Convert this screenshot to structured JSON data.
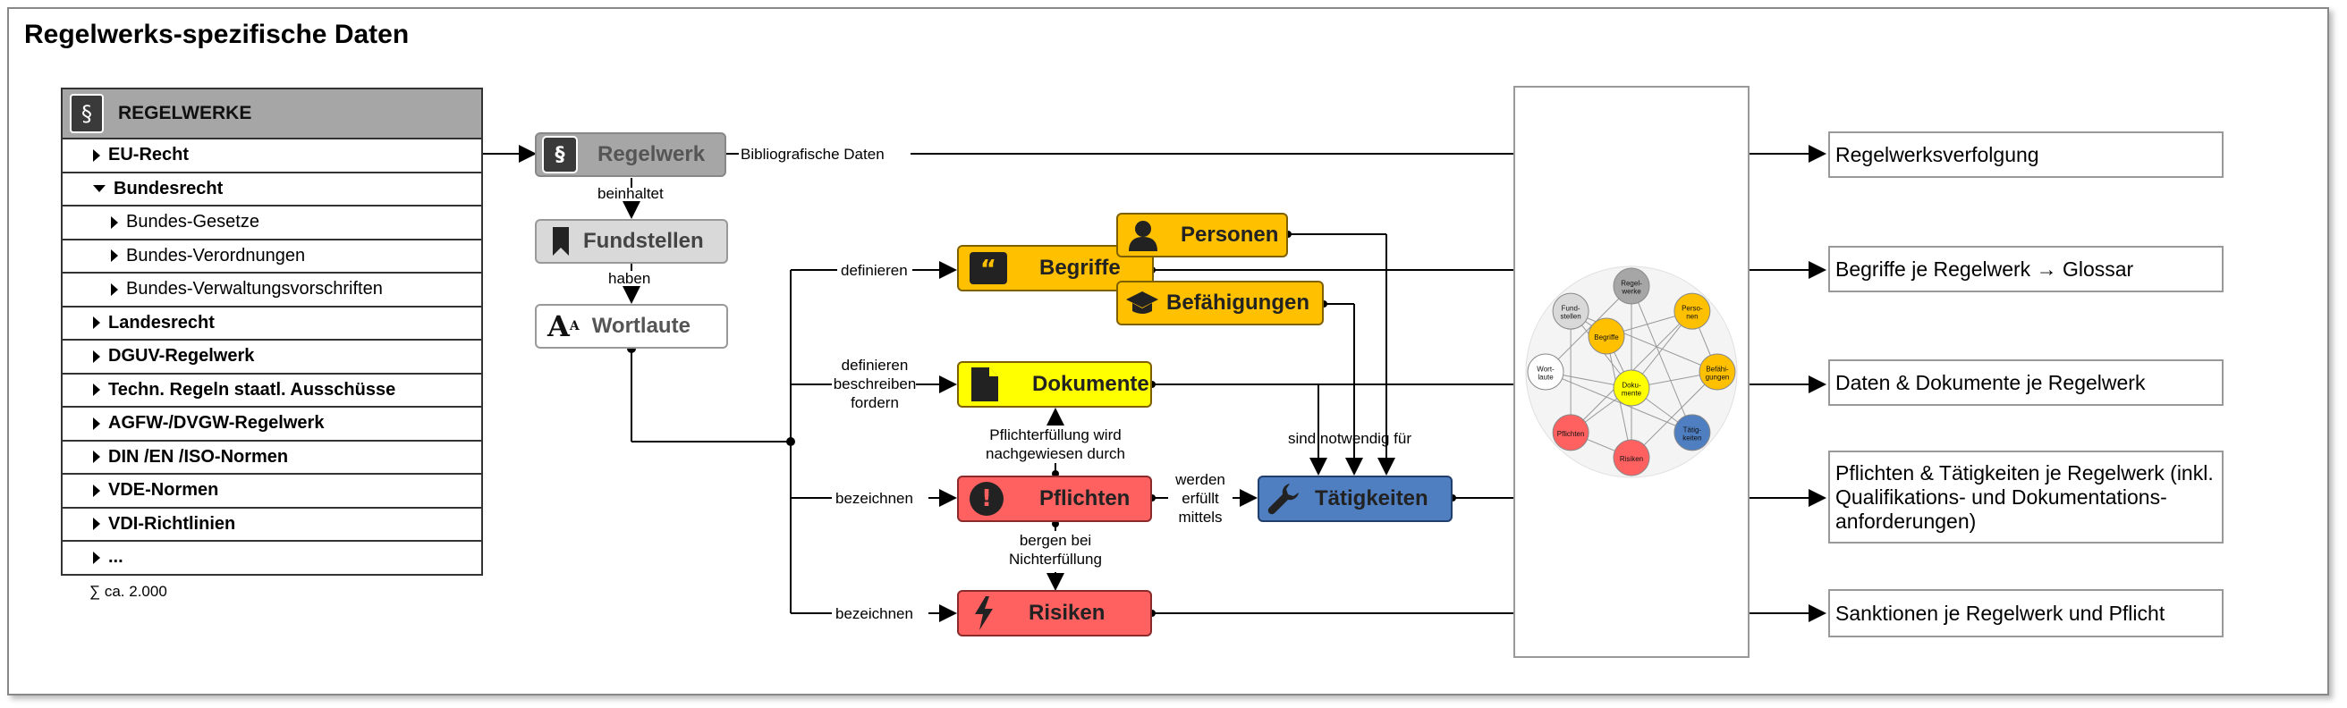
{
  "title": "Regelwerks-spezifische Daten",
  "list": {
    "header": "REGELWERKE",
    "header_icon": "paragraph-icon",
    "items": [
      {
        "label": "EU-Recht",
        "expanded": false,
        "level": 0
      },
      {
        "label": "Bundesrecht",
        "expanded": true,
        "level": 0
      },
      {
        "label": "Bundes-Gesetze",
        "expanded": false,
        "level": 1
      },
      {
        "label": "Bundes-Verordnungen",
        "expanded": false,
        "level": 1
      },
      {
        "label": "Bundes-Verwaltungsvorschriften",
        "expanded": false,
        "level": 1
      },
      {
        "label": "Landesrecht",
        "expanded": false,
        "level": 0
      },
      {
        "label": "DGUV-Regelwerk",
        "expanded": false,
        "level": 0
      },
      {
        "label": "Techn. Regeln staatl. Ausschüsse",
        "expanded": false,
        "level": 0
      },
      {
        "label": "AGFW-/DVGW-Regelwerk",
        "expanded": false,
        "level": 0
      },
      {
        "label": "DIN /EN /ISO-Normen",
        "expanded": false,
        "level": 0
      },
      {
        "label": "VDE-Normen",
        "expanded": false,
        "level": 0
      },
      {
        "label": "VDI-Richtlinien",
        "expanded": false,
        "level": 0
      },
      {
        "label": "...",
        "expanded": false,
        "level": 0
      }
    ],
    "sum": "∑ ca. 2.000"
  },
  "nodes": {
    "regelwerk": "Regelwerk",
    "fundstellen": "Fundstellen",
    "wortlaute": "Wortlaute",
    "begriffe": "Begriffe",
    "personen": "Personen",
    "befaehigungen": "Befähigungen",
    "dokumente": "Dokumente",
    "pflichten": "Pflichten",
    "taetigkeiten": "Tätigkeiten",
    "risiken": "Risiken"
  },
  "labels": {
    "bibliografische": "Bibliografische Daten",
    "beinhaltet": "beinhaltet",
    "haben": "haben",
    "definieren": "definieren",
    "definieren2": "definieren",
    "beschreiben": "beschreiben",
    "fordern": "fordern",
    "bezeichnen1": "bezeichnen",
    "bezeichnen2": "bezeichnen",
    "pflichterfuellung1": "Pflichterfüllung wird",
    "pflichterfuellung2": "nachgewiesen durch",
    "bergen1": "bergen bei",
    "bergen2": "Nichterfüllung",
    "werden": "werden",
    "erfuellt": "erfüllt",
    "mittels": "mittels",
    "notwendig": "sind notwendig für"
  },
  "network": {
    "nodes": [
      {
        "name": "Regel-\nwerke",
        "color": "#a6a6a6"
      },
      {
        "name": "Perso-\nnen",
        "color": "#ffc000"
      },
      {
        "name": "Befähi-\ngungen",
        "color": "#ffc000"
      },
      {
        "name": "Tätig-\nkeiten",
        "color": "#4f7fc1"
      },
      {
        "name": "Risiken",
        "color": "#ff6161"
      },
      {
        "name": "Pflichten",
        "color": "#ff6161"
      },
      {
        "name": "Wort-\nlaute",
        "color": "#ffffff"
      },
      {
        "name": "Fund-\nstellen",
        "color": "#d9d9d9"
      },
      {
        "name": "Begriffe",
        "color": "#ffc000"
      },
      {
        "name": "Doku-\nmente",
        "color": "#ffff00"
      }
    ]
  },
  "outputs": [
    "Regelwerksverfolgung",
    "Begriffe je Regelwerk → Glossar",
    "Daten & Dokumente je Regelwerk",
    "Pflichten & Tätigkeiten je Regelwerk (inkl. Qualifikations- und Dokumentations-anforderungen)",
    "Sanktionen je Regelwerk und Pflicht"
  ],
  "colors": {
    "gray": "#a6a6a6",
    "yellow": "#ffc000",
    "yellow_bright": "#ffff00",
    "red": "#ff6161",
    "blue": "#4f7fc1"
  }
}
